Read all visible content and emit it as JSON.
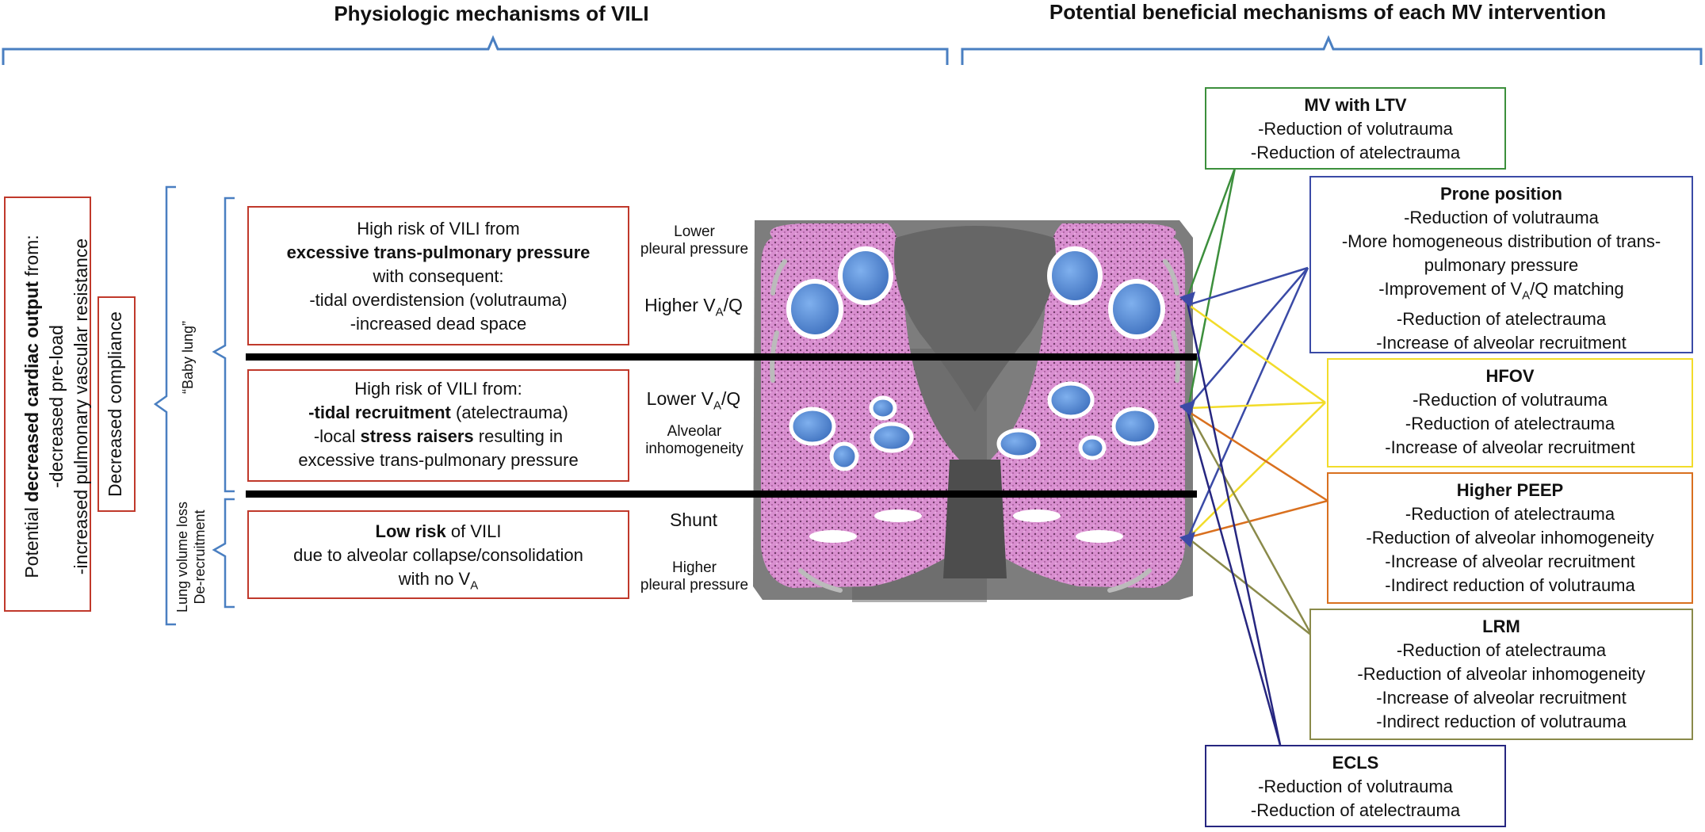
{
  "headers": {
    "left": "Physiologic mechanisms of VILI",
    "right": "Potential beneficial mechanisms of each MV intervention"
  },
  "left_side": {
    "cardiac": {
      "pre": "Potential ",
      "bold": "decreased cardiac output",
      "post": " from:",
      "line2": "-decreased pre-load",
      "line3": "-increased pulmonary vascular resistance"
    },
    "compliance": "Decreased compliance",
    "baby_lung": "“Baby lung”",
    "lung_volume_loss": "Lung volume loss",
    "de_recruitment": "De-recruitment"
  },
  "risk_boxes": {
    "top": {
      "l1": "High risk of VILI from",
      "l2_bold": "excessive trans-pulmonary pressure",
      "l3": "with consequent:",
      "l4": "-tidal overdistension (volutrauma)",
      "l5": "-increased dead space"
    },
    "middle": {
      "l1": "High risk of VILI from:",
      "l2_bold": "-tidal recruitment",
      "l2_rest": " (atelectrauma)",
      "l3_pre": "-local ",
      "l3_bold": "stress raisers",
      "l3_post": " resulting in",
      "l4": "excessive trans-pulmonary pressure"
    },
    "bottom": {
      "l1_bold": "Low risk",
      "l1_rest": " of VILI",
      "l2": "due to alveolar collapse/consolidation",
      "l3_pre": "with no V",
      "l3_sub": "A"
    }
  },
  "zone_labels": {
    "lower_pleural_1": "Lower",
    "lower_pleural_2": "pleural pressure",
    "higher_vaq_pre": "Higher V",
    "higher_vaq_sub": "A",
    "higher_vaq_post": "/Q",
    "lower_vaq_pre": "Lower V",
    "lower_vaq_sub": "A",
    "lower_vaq_post": "/Q",
    "alveolar_1": "Alveolar",
    "alveolar_2": "inhomogeneity",
    "shunt": "Shunt",
    "higher_pleural_1": "Higher",
    "higher_pleural_2": "pleural pressure"
  },
  "interventions": [
    {
      "title": "MV with LTV",
      "color": "#3c8f3c",
      "lines": [
        "-Reduction of volutrauma",
        "-Reduction of atelectrauma"
      ]
    },
    {
      "title": "Prone position",
      "color": "#3a4aa6",
      "lines": [
        "-Reduction of volutrauma",
        "-More homogeneous distribution of trans-",
        "pulmonary pressure",
        "-Improvement of V",
        "-Reduction of atelectrauma",
        "-Increase of alveolar recruitment"
      ],
      "vaq_sub": "A",
      "vaq_post": "/Q matching"
    },
    {
      "title": "HFOV",
      "color": "#f2dc2a",
      "lines": [
        "-Reduction of volutrauma",
        "-Reduction of atelectrauma",
        "-Increase of alveolar recruitment"
      ]
    },
    {
      "title": "Higher PEEP",
      "color": "#d9701f",
      "lines": [
        "-Reduction of atelectrauma",
        "-Reduction of alveolar inhomogeneity",
        "-Increase of alveolar recruitment",
        "-Indirect reduction of volutrauma"
      ]
    },
    {
      "title": "LRM",
      "color": "#8a8a4a",
      "lines": [
        "-Reduction of atelectrauma",
        "-Reduction of alveolar inhomogeneity",
        "-Increase of alveolar recruitment",
        "-Indirect reduction of volutrauma"
      ]
    },
    {
      "title": "ECLS",
      "color": "#262680",
      "lines": [
        "-Reduction of volutrauma",
        "-Reduction of atelectrauma"
      ]
    }
  ],
  "colors": {
    "red_border": "#c0392b",
    "bracket_blue": "#4a7fc1",
    "lung_pink": "#d98fd0",
    "ct_gray": "#7d7d7d",
    "alveoli_blue": "#5b8fd6"
  }
}
